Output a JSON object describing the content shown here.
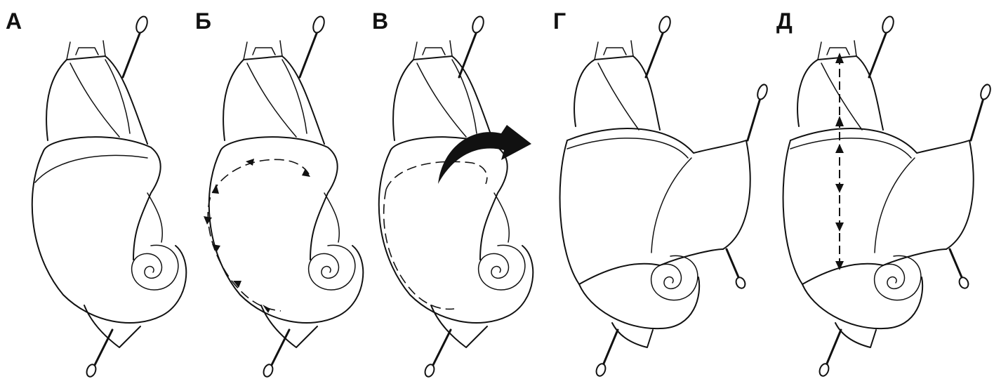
{
  "panels": [
    {
      "label": "А"
    },
    {
      "label": "Б"
    },
    {
      "label": "В"
    },
    {
      "label": "Г"
    },
    {
      "label": "Д"
    }
  ],
  "colors": {
    "ink": "#111111",
    "background": "#ffffff"
  }
}
